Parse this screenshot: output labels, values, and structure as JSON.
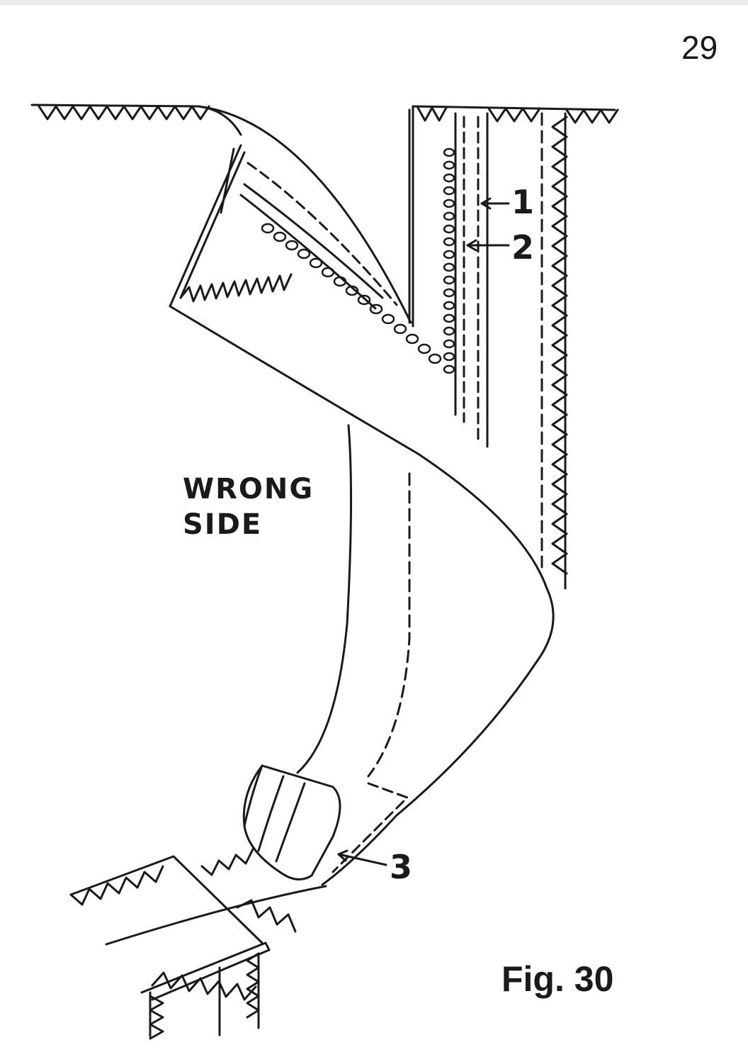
{
  "page": {
    "number": "29"
  },
  "figure": {
    "caption": "Fig. 30",
    "side_label": {
      "line1": "WRONG",
      "line2": "SIDE"
    },
    "callouts": [
      "1",
      "2",
      "3"
    ]
  },
  "colors": {
    "ink": "#1a1a1a",
    "paper": "#ffffff",
    "topbar": "#ececec"
  }
}
